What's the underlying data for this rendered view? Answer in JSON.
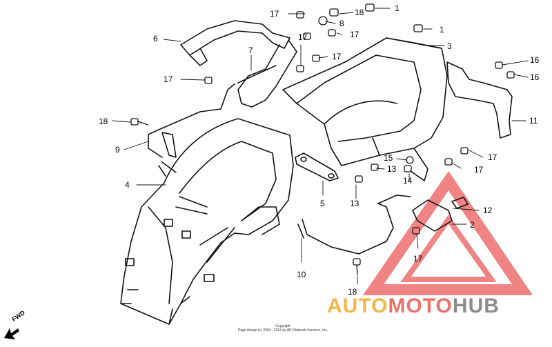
{
  "brand": {
    "part1": "AUTO",
    "part2": "MOTO",
    "part3": "HUB",
    "color1": "#f2b84a",
    "color2": "#e8736a",
    "color3": "#8c8c8c",
    "watermark_color": "#ee6f6f"
  },
  "direction_label": "FWD",
  "copyright": {
    "line1": "Copyright",
    "line2": "Page design (c) 2004 - 2014 by ARI Network Services, Inc."
  },
  "callouts": [
    {
      "id": "c1a",
      "text": "1"
    },
    {
      "id": "c1b",
      "text": "1"
    },
    {
      "id": "c2",
      "text": "2"
    },
    {
      "id": "c3",
      "text": "3"
    },
    {
      "id": "c4",
      "text": "4"
    },
    {
      "id": "c5",
      "text": "5"
    },
    {
      "id": "c6",
      "text": "6"
    },
    {
      "id": "c7",
      "text": "7"
    },
    {
      "id": "c8",
      "text": "8"
    },
    {
      "id": "c9",
      "text": "9"
    },
    {
      "id": "c10",
      "text": "10"
    },
    {
      "id": "c11",
      "text": "11"
    },
    {
      "id": "c12",
      "text": "12"
    },
    {
      "id": "c13a",
      "text": "13"
    },
    {
      "id": "c13b",
      "text": "13"
    },
    {
      "id": "c14",
      "text": "14"
    },
    {
      "id": "c15",
      "text": "15"
    },
    {
      "id": "c16a",
      "text": "16"
    },
    {
      "id": "c16b",
      "text": "16"
    },
    {
      "id": "c17a",
      "text": "17"
    },
    {
      "id": "c17b",
      "text": "17"
    },
    {
      "id": "c17c",
      "text": "17"
    },
    {
      "id": "c17d",
      "text": "17"
    },
    {
      "id": "c17e",
      "text": "17"
    },
    {
      "id": "c17f",
      "text": "17"
    },
    {
      "id": "c17g",
      "text": "17"
    },
    {
      "id": "c17h",
      "text": "17"
    },
    {
      "id": "c18a",
      "text": "18"
    },
    {
      "id": "c18b",
      "text": "18"
    },
    {
      "id": "c18c",
      "text": "18"
    }
  ]
}
